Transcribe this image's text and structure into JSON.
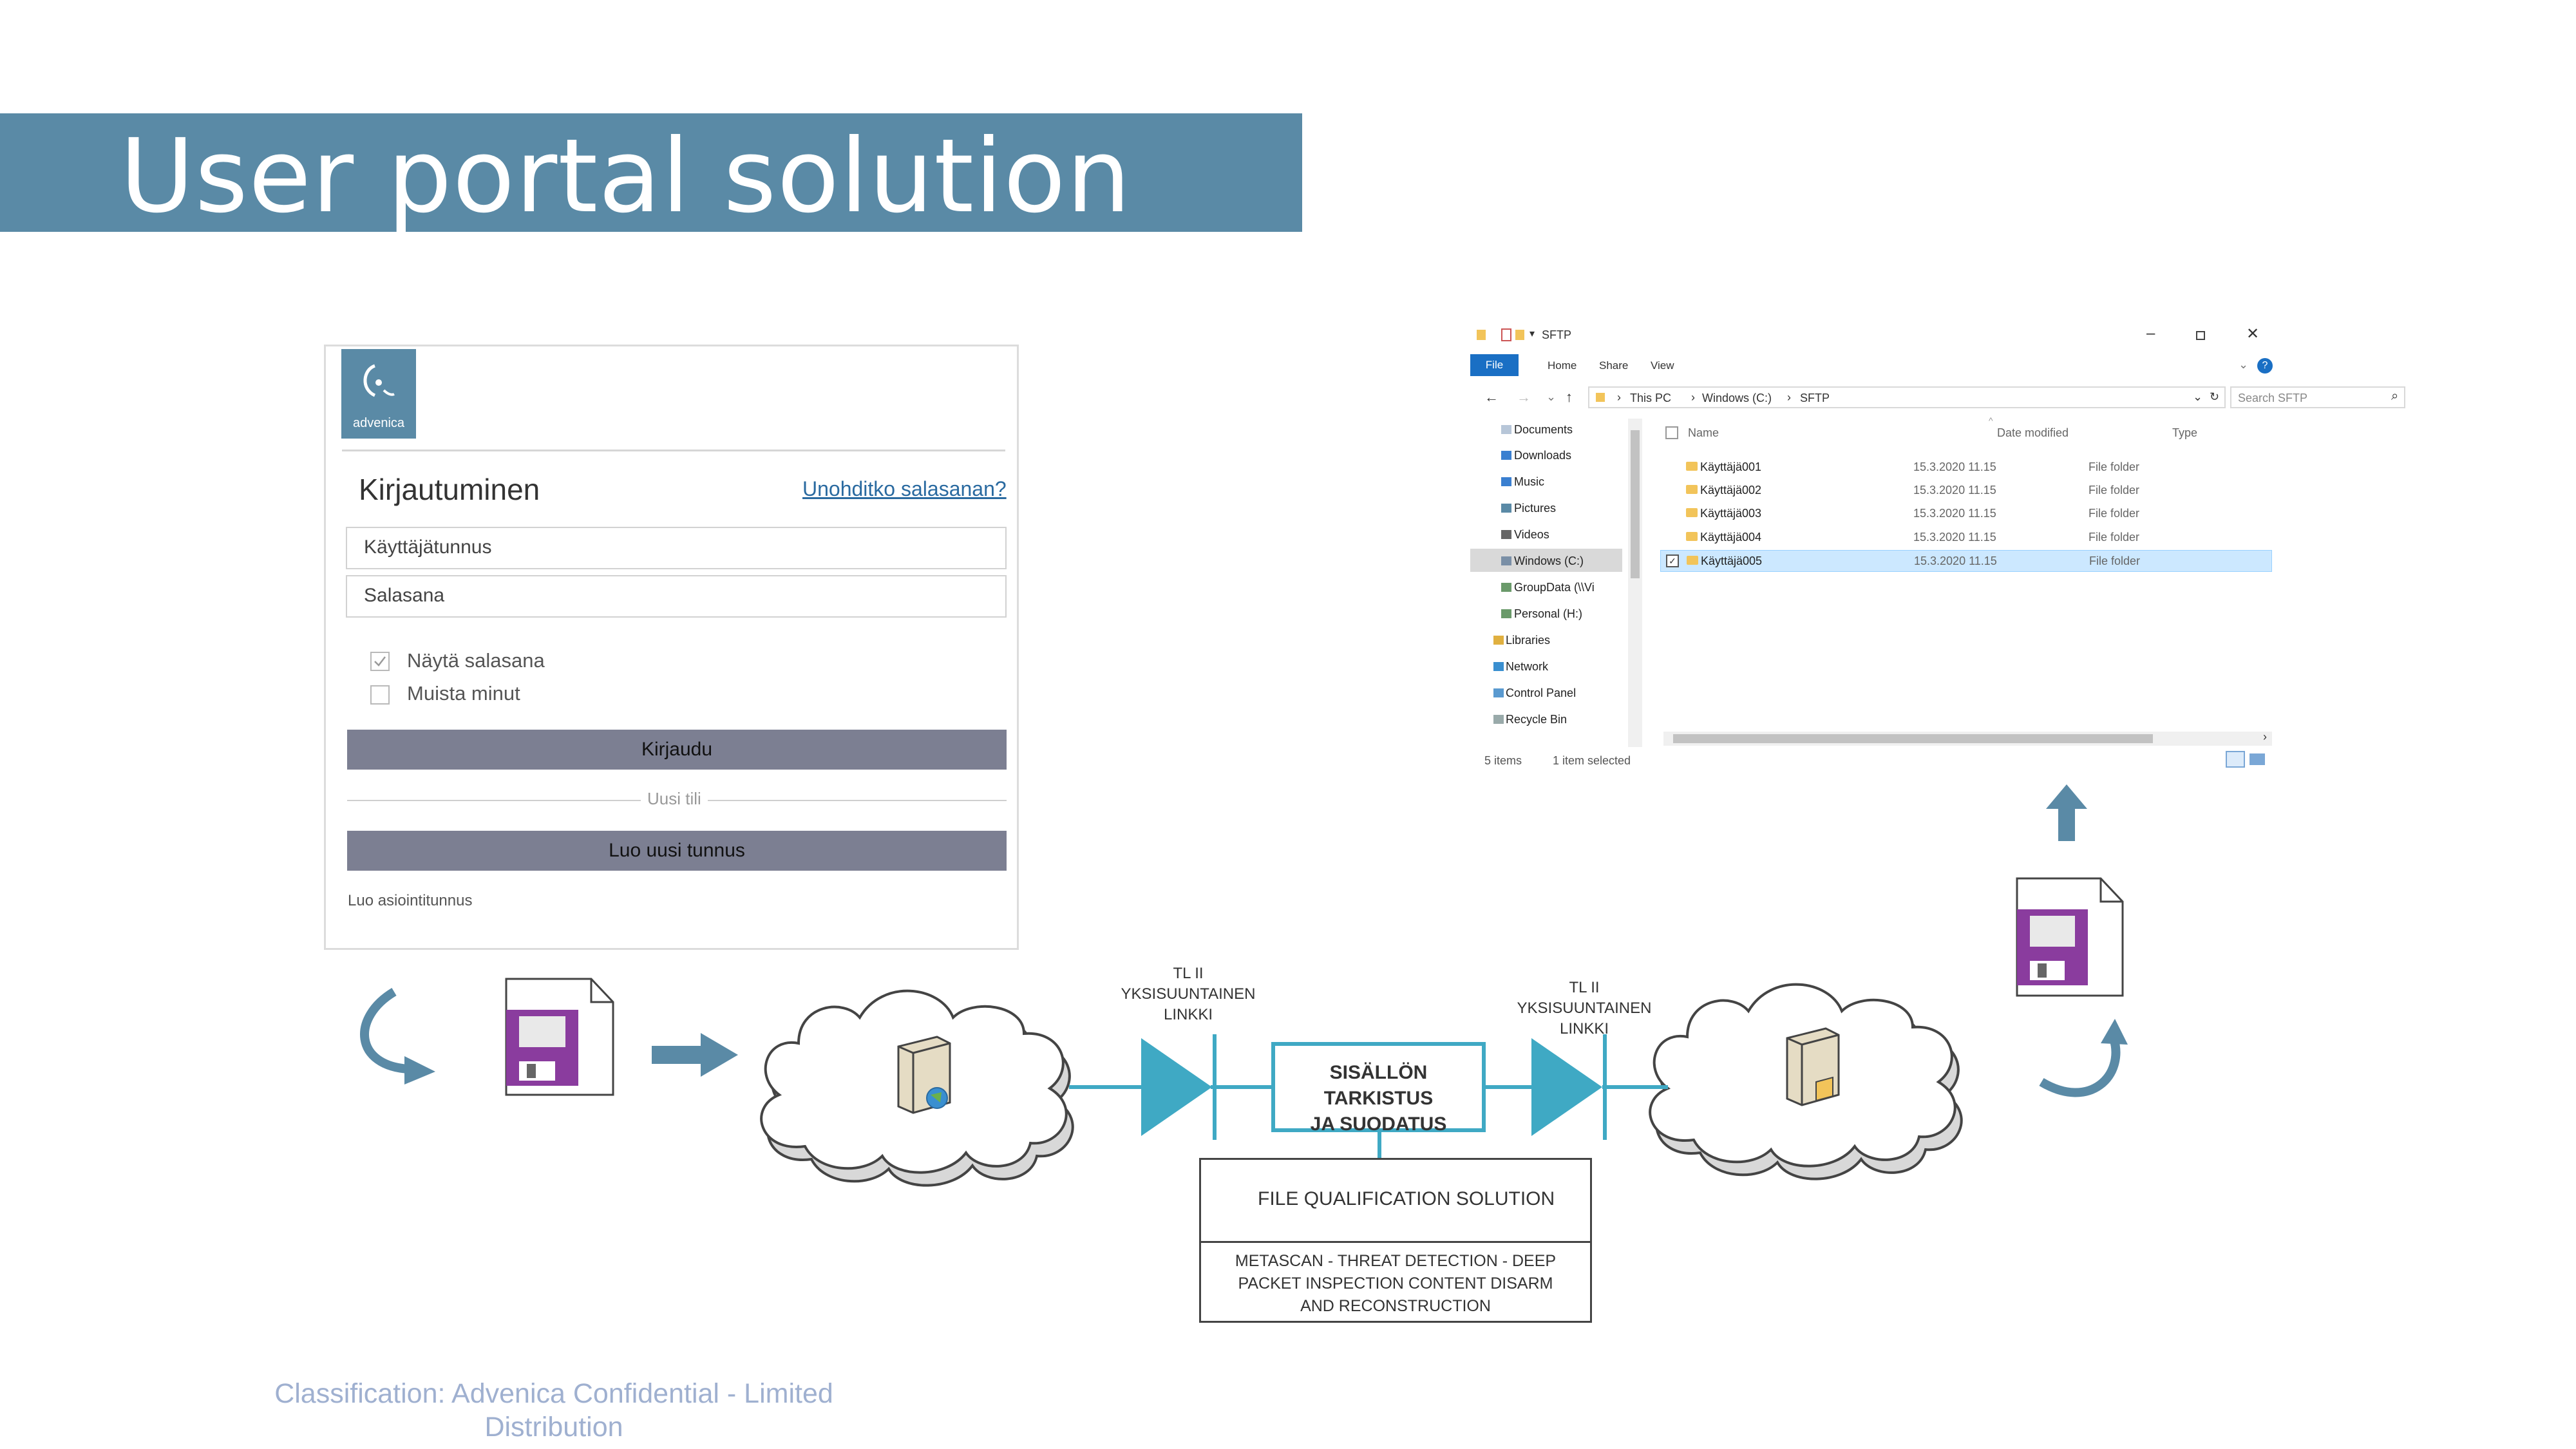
{
  "slide": {
    "title": "User portal solution",
    "classification": "Classification: Advenica Confidential - Limited Distribution"
  },
  "login": {
    "logo_text": "advenica",
    "heading": "Kirjautuminen",
    "forgot_link": "Unohditko salasanan?",
    "username_placeholder": "Käyttäjätunnus",
    "password_placeholder": "Salasana",
    "show_password_label": "Näytä salasana",
    "show_password_checked": true,
    "remember_label": "Muista minut",
    "remember_checked": false,
    "login_button": "Kirjaudu",
    "new_account_divider": "Uusi tili",
    "create_button": "Luo uusi tunnus",
    "create_service_id_link": "Luo asiointitunnus"
  },
  "explorer": {
    "window_title": "SFTP",
    "ribbon_tabs": [
      "File",
      "Home",
      "Share",
      "View"
    ],
    "breadcrumb": [
      "This PC",
      "Windows (C:)",
      "SFTP"
    ],
    "search_placeholder": "Search SFTP",
    "nav_items": [
      "Documents",
      "Downloads",
      "Music",
      "Pictures",
      "Videos",
      "Windows (C:)",
      "GroupData (\\\\Vi",
      "Personal (H:)",
      "Libraries",
      "Network",
      "Control Panel",
      "Recycle Bin"
    ],
    "nav_selected": "Windows (C:)",
    "columns": {
      "name": "Name",
      "date": "Date modified",
      "type": "Type"
    },
    "files": [
      {
        "name": "Käyttäjä001",
        "date": "15.3.2020 11.15",
        "type": "File folder",
        "selected": false
      },
      {
        "name": "Käyttäjä002",
        "date": "15.3.2020 11.15",
        "type": "File folder",
        "selected": false
      },
      {
        "name": "Käyttäjä003",
        "date": "15.3.2020 11.15",
        "type": "File folder",
        "selected": false
      },
      {
        "name": "Käyttäjä004",
        "date": "15.3.2020 11.15",
        "type": "File folder",
        "selected": false
      },
      {
        "name": "Käyttäjä005",
        "date": "15.3.2020 11.15",
        "type": "File folder",
        "selected": true
      }
    ],
    "status_items": "5 items",
    "status_selected": "1 item selected",
    "colors": {
      "file_tab": "#1a6fc4",
      "selection": "#cce8ff"
    }
  },
  "diagram": {
    "link_left_label": [
      "TL II",
      "YKSISUUNTAINEN",
      "LINKKI"
    ],
    "link_right_label": [
      "TL II",
      "YKSISUUNTAINEN",
      "LINKKI"
    ],
    "content_check": [
      "SISÄLLÖN TARKISTUS",
      "JA SUODATUS"
    ],
    "fqs_title": "FILE QUALIFICATION SOLUTION",
    "fqs_description": [
      "METASCAN - THREAT DETECTION - DEEP",
      "PACKET INSPECTION   CONTENT DISARM",
      "AND RECONSTRUCTION"
    ],
    "colors": {
      "accent": "#3fa9c4",
      "arrow": "#5a8aa6",
      "floppy": "#8a3c9e"
    }
  }
}
